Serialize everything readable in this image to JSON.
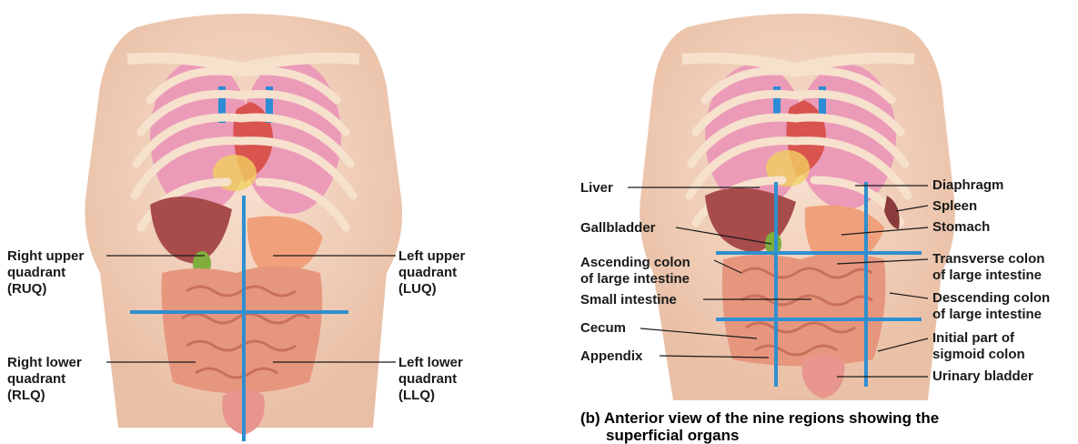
{
  "figure_a": {
    "labels": {
      "ruq": "Right upper\nquadrant\n(RUQ)",
      "luq": "Left upper\nquadrant\n(LUQ)",
      "rlq": "Right lower\nquadrant\n(RLQ)",
      "llq": "Left lower\nquadrant\n(LLQ)"
    }
  },
  "figure_b": {
    "labels": {
      "liver": "Liver",
      "gallbladder": "Gallbladder",
      "ascending_colon": "Ascending colon\nof large intestine",
      "small_intestine": "Small intestine",
      "cecum": "Cecum",
      "appendix": "Appendix",
      "diaphragm": "Diaphragm",
      "spleen": "Spleen",
      "stomach": "Stomach",
      "transverse_colon": "Transverse colon\nof large intestine",
      "descending_colon": "Descending colon\nof large intestine",
      "sigmoid_colon": "Initial part of\nsigmoid colon",
      "urinary_bladder": "Urinary bladder"
    },
    "caption_prefix": "(b)",
    "caption_line1": "Anterior view of the nine regions showing the",
    "caption_line2": "superficial organs"
  },
  "colors": {
    "skin": "#f3d3bc",
    "rib": "#f6dfc9",
    "lung": "#e88fb0",
    "intestine": "#e7967e",
    "liver": "#a84b4b",
    "stomach": "#f0a07a",
    "divider": "#2f8fd0"
  }
}
